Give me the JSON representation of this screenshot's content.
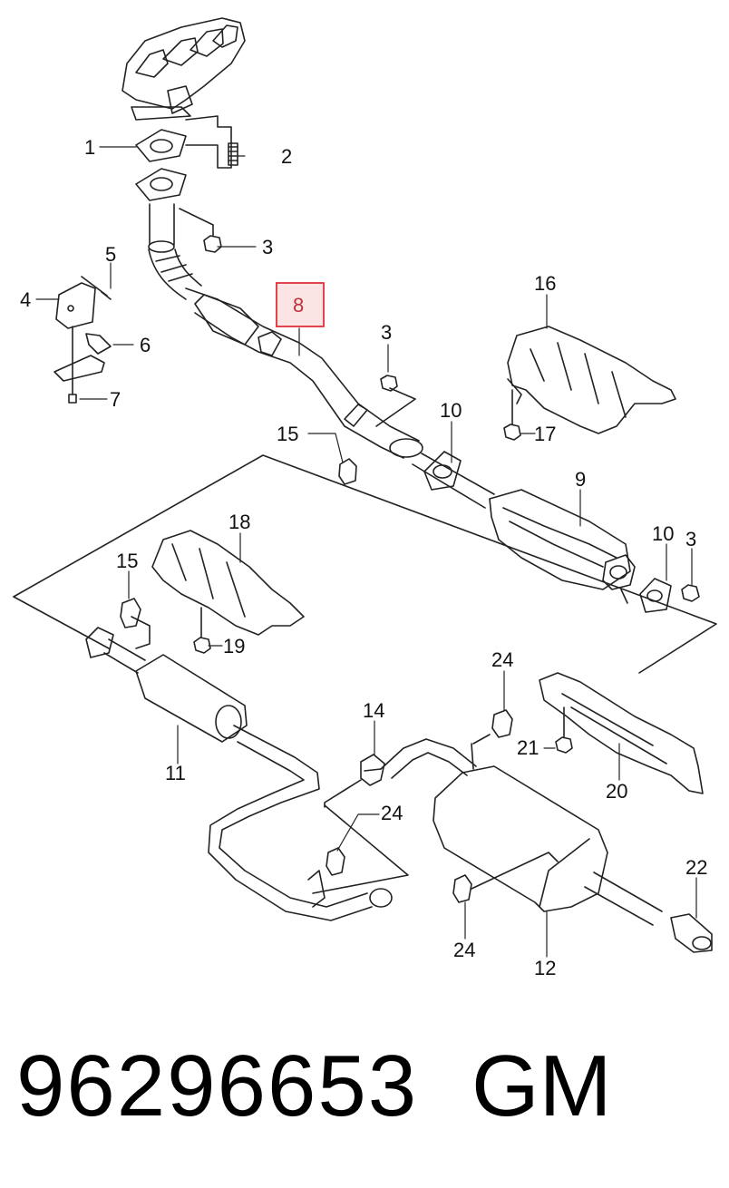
{
  "callouts": {
    "c1": "1",
    "c2": "2",
    "c3a": "3",
    "c3b": "3",
    "c3c": "3",
    "c4": "4",
    "c5": "5",
    "c6": "6",
    "c7": "7",
    "c8": "8",
    "c9": "9",
    "c10a": "10",
    "c10b": "10",
    "c11": "11",
    "c12": "12",
    "c14": "14",
    "c15a": "15",
    "c15b": "15",
    "c16": "16",
    "c17": "17",
    "c18": "18",
    "c19": "19",
    "c20": "20",
    "c21": "21",
    "c22": "22",
    "c24a": "24",
    "c24b": "24",
    "c24c": "24"
  },
  "highlight_color": "#e0303a",
  "highlight_fill": "#fbe4e4",
  "footer": {
    "part_number": "96296653",
    "brand": "GM"
  }
}
